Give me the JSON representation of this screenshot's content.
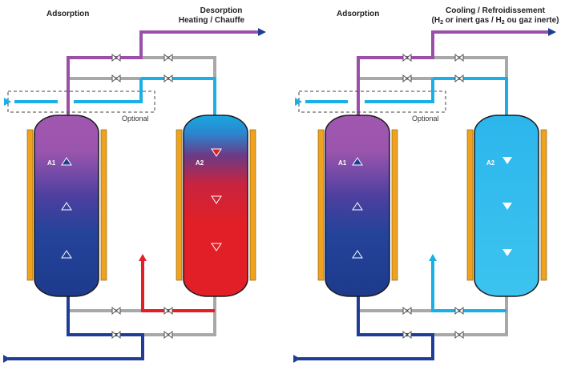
{
  "colors": {
    "purple": "#9a4fa8",
    "blue_dark": "#1f3d96",
    "blue_light": "#1ab0e6",
    "red": "#e21f26",
    "gray": "#a8a8a8",
    "heater": "#f0a21f",
    "bed_light_blue": "#33c1ee"
  },
  "left": {
    "label_adsorption": "Adsorption",
    "label_right_line1": "Desorption",
    "label_right_line2": "Heating / Chauffe",
    "optional": "Optional",
    "vessel1": "A1",
    "vessel2": "A2"
  },
  "right": {
    "label_adsorption": "Adsorption",
    "label_right_line1": "Cooling / Refroidissement",
    "label_right_line2_parts": [
      "(H",
      "2",
      " or inert gas / H",
      "2",
      " ou gaz inerte)"
    ],
    "optional": "Optional",
    "vessel1": "A1",
    "vessel2": "A2"
  },
  "icons": [
    "valve-icon",
    "flow-arrow-icon",
    "triangle-up-icon",
    "triangle-down-icon"
  ]
}
